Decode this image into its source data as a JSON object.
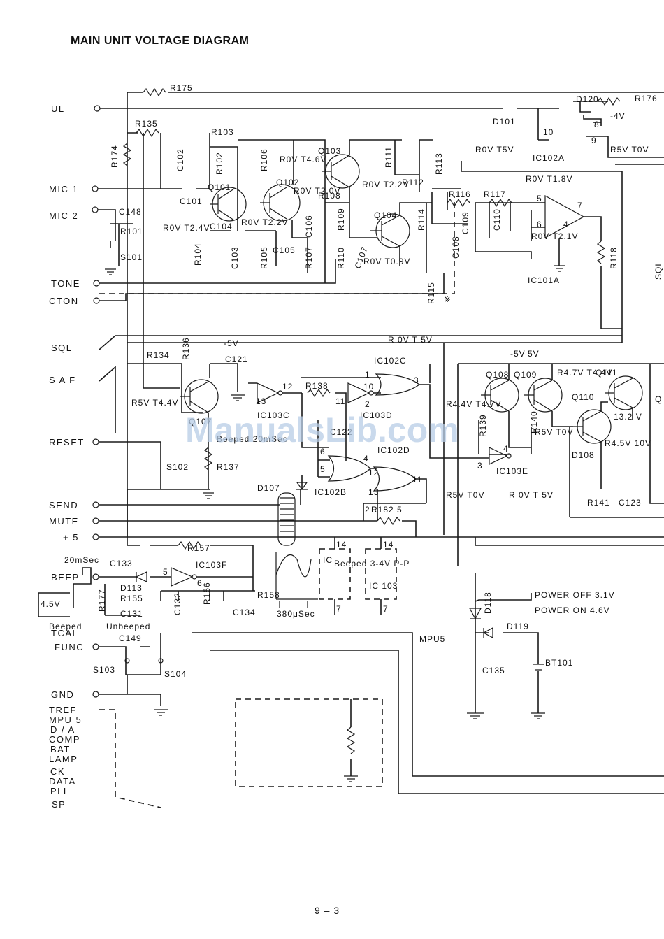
{
  "title": "MAIN UNIT VOLTAGE DIAGRAM",
  "page_number": "9 – 3",
  "watermark": "ManualsLib.com",
  "terminals": [
    "UL",
    "MIC 1",
    "MIC 2",
    "TONE",
    "CTON",
    "SQL",
    "S A F",
    "RESET",
    "SEND",
    "MUTE",
    "+ 5",
    "BEEP",
    "TCAL",
    "FUNC",
    "GND",
    "TREF",
    "MPU 5",
    "D / A",
    "COMP",
    "BAT",
    "LAMP",
    "CK",
    "DATA",
    "PLL",
    "SP"
  ],
  "components": {
    "resistors": [
      "R175",
      "R135",
      "R174",
      "R103",
      "R102",
      "R106",
      "R111",
      "R113",
      "R112",
      "R101",
      "R104",
      "R105",
      "R107",
      "R108",
      "R109",
      "R110",
      "R114",
      "R115",
      "R116",
      "R117",
      "R118",
      "R134",
      "R136",
      "R137",
      "R138",
      "R139",
      "R140",
      "R141",
      "R155",
      "R156",
      "R157",
      "R158",
      "R176",
      "R177",
      "R182 5"
    ],
    "capacitors": [
      "C102",
      "C101",
      "C148",
      "C104",
      "C103",
      "C105",
      "C106",
      "C107",
      "C108",
      "C109",
      "C110",
      "C121",
      "C122",
      "C123",
      "C131",
      "C132",
      "C133",
      "C134",
      "C135",
      "C149"
    ],
    "transistors": [
      "Q101",
      "Q102",
      "Q103",
      "Q104",
      "Q107",
      "Q108",
      "Q109",
      "Q110",
      "Q111",
      "Q"
    ],
    "diodes": [
      "D101",
      "D120",
      "D107",
      "D108",
      "D113",
      "D118",
      "D119"
    ],
    "ics": [
      "IC102A",
      "IC101A",
      "IC103C",
      "IC103D",
      "IC102C",
      "IC102B",
      "IC102D",
      "IC103E",
      "IC103F",
      "IC 103",
      "IC"
    ],
    "switches": [
      "S101",
      "S102",
      "S103",
      "S104"
    ],
    "battery": "BT101",
    "nets": [
      "MPU5"
    ]
  },
  "voltage_notes": [
    "R0V T5V",
    "R0V T4.6V",
    "R0V T2.2V",
    "R0V T1.8V",
    "R0V T2.0V",
    "R0V T2.2V",
    "R0V T2.4V",
    "R0V T2.1V",
    "R0V T0.9V",
    "R5V T0V",
    "R 0V T 5V",
    "R5V T4.4V",
    "R4.4V T4.7V",
    "R4.7V T4.4V",
    "R5V T0V",
    "R4.5V 10V",
    "R 0V T 5V",
    "R5V T0V",
    "-5V",
    "-4V",
    "13.2 V",
    "5V",
    "-5V"
  ],
  "misc_text": [
    "20mSec",
    "4.5V",
    "Beeped",
    "Unbeeped",
    "380μSec",
    "Beeped 20mSec",
    "Beeped 3-4V P-P",
    "POWER OFF 3.1V",
    "POWER ON 4.6V",
    "※"
  ],
  "pin_numbers": [
    "8",
    "9",
    "10",
    "5",
    "6",
    "7",
    "4",
    "12",
    "13",
    "11",
    "10",
    "2",
    "1",
    "3",
    "5",
    "4",
    "6",
    "12",
    "11",
    "13",
    "14",
    "14",
    "7",
    "7",
    "5",
    "6",
    "3",
    "4",
    "2"
  ]
}
